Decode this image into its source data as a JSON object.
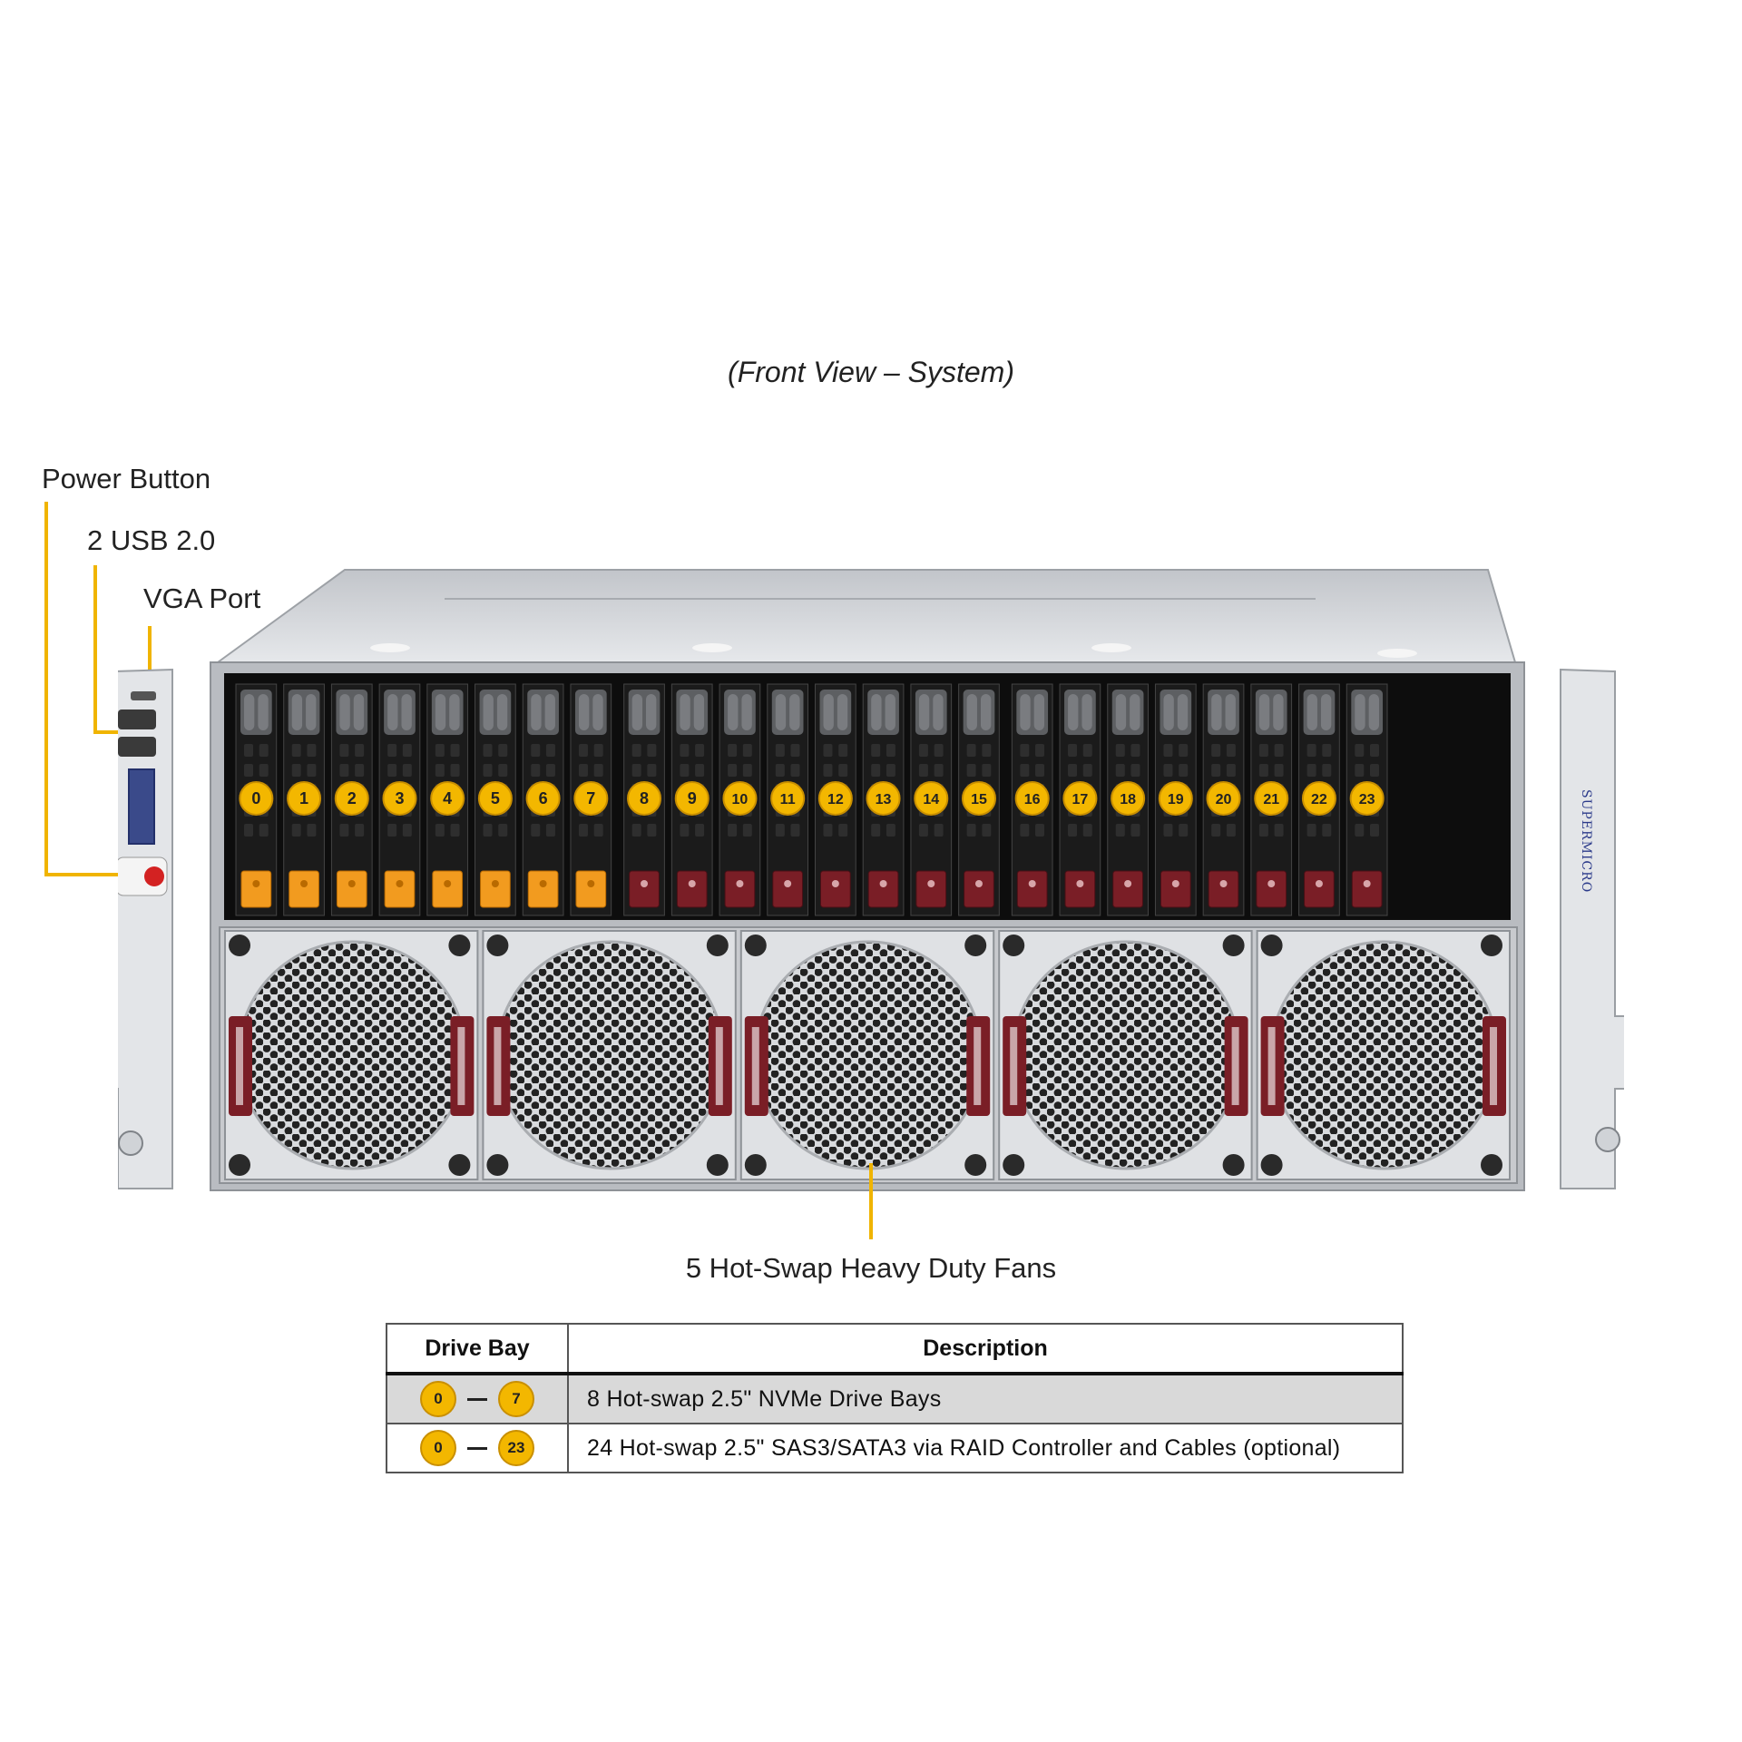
{
  "caption": "(Front View – System)",
  "callouts": {
    "power_button": "Power Button",
    "usb": "2 USB 2.0",
    "vga": "VGA Port",
    "fans": "5 Hot-Swap Heavy Duty Fans"
  },
  "drive_bays": [
    "0",
    "1",
    "2",
    "3",
    "4",
    "5",
    "6",
    "7",
    "8",
    "9",
    "10",
    "11",
    "12",
    "13",
    "14",
    "15",
    "16",
    "17",
    "18",
    "19",
    "20",
    "21",
    "22",
    "23"
  ],
  "nvme_bay_count": 8,
  "fan_count": 5,
  "brand": "SUPERMICRO",
  "colors": {
    "accent": "#f3b700",
    "nvme_latch": "#f29b1f",
    "sata_latch": "#7a1e26",
    "chassis": "#c9ccd1",
    "bay": "#1b1b1b"
  },
  "legend": {
    "headers": {
      "bay": "Drive Bay",
      "description": "Description"
    },
    "rows": [
      {
        "from": "0",
        "to": "7",
        "description": "8 Hot-swap 2.5\" NVMe Drive Bays"
      },
      {
        "from": "0",
        "to": "23",
        "description": "24 Hot-swap 2.5\" SAS3/SATA3 via RAID Controller and Cables (optional)"
      }
    ]
  }
}
